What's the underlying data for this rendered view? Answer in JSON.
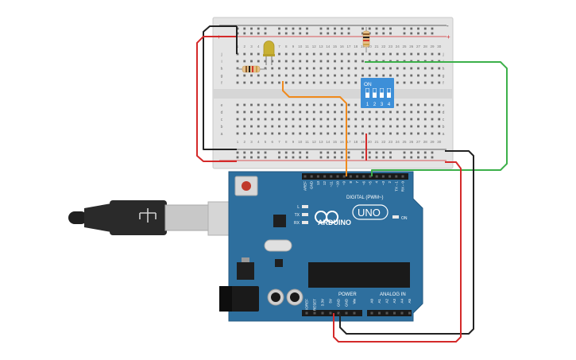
{
  "breadboard": {
    "rail_minus": "-",
    "rail_plus": "+",
    "rows_top": [
      "j",
      "i",
      "h",
      "g",
      "f"
    ],
    "rows_bottom": [
      "e",
      "d",
      "c",
      "b",
      "a"
    ],
    "columns": [
      "1",
      "2",
      "3",
      "4",
      "5",
      "6",
      "7",
      "8",
      "9",
      "10",
      "11",
      "12",
      "13",
      "14",
      "15",
      "16",
      "17",
      "18",
      "19",
      "20",
      "21",
      "22",
      "23",
      "24",
      "25",
      "26",
      "27",
      "28",
      "29",
      "30"
    ]
  },
  "dip_switch": {
    "on_label": "ON",
    "positions": [
      "1",
      "2",
      "3",
      "4"
    ]
  },
  "arduino": {
    "logo_text": "ARDUINO",
    "model_text": "UNO",
    "on_led_label": "ON",
    "led_labels": [
      "L",
      "TX",
      "RX"
    ],
    "digital_label": "DIGITAL (PWM~)",
    "digital_pins": [
      "AREF",
      "GND",
      "13",
      "12",
      "~11",
      "~10",
      "~9",
      "8",
      "7",
      "~6",
      "~5",
      "4",
      "~3",
      "2",
      "TX→1",
      "RX←0"
    ],
    "power_label": "POWER",
    "power_pins": [
      "IOREF",
      "RESET",
      "3.3V",
      "5V",
      "GND",
      "GND",
      "Vin"
    ],
    "analog_label": "ANALOG IN",
    "analog_pins": [
      "A0",
      "A1",
      "A2",
      "A3",
      "A4",
      "A5"
    ]
  },
  "colors": {
    "breadboard": "#e4e4e4",
    "rail_red": "#d4282c",
    "rail_black": "#333333",
    "board": "#2e6f9e",
    "board_dark": "#245a82",
    "dip_switch": "#3d8fd8",
    "wire_red": "#d42a2a",
    "wire_black": "#222222",
    "wire_green": "#3cb04a",
    "wire_orange": "#f08a1c",
    "led": "#c8b032",
    "resistor": "#e6c088"
  }
}
